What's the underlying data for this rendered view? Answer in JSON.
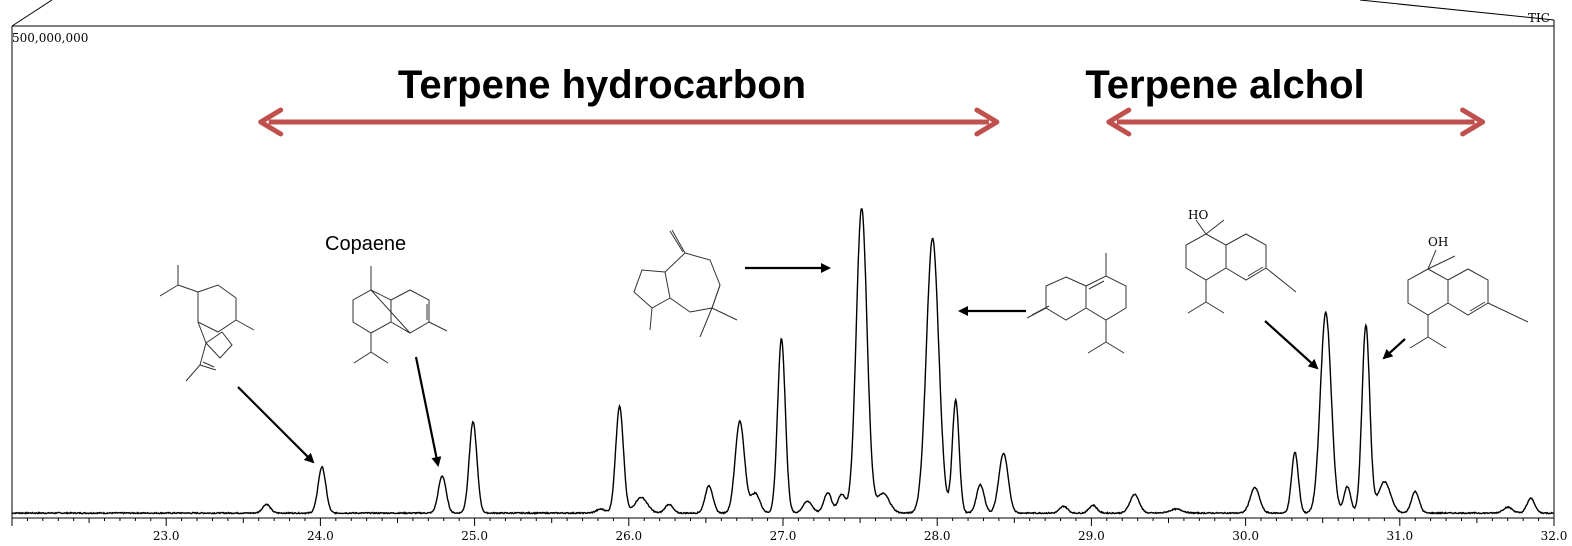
{
  "chart_data": {
    "type": "line",
    "title": "",
    "xlabel": "",
    "ylabel": "",
    "y_top_label": "500,000,000",
    "series_label": "TIC",
    "xlim": [
      22.0,
      32.0
    ],
    "ylim": [
      0,
      500000000
    ],
    "x_ticks": [
      "23.0",
      "24.0",
      "25.0",
      "26.0",
      "27.0",
      "28.0",
      "29.0",
      "30.0",
      "31.0",
      "32.0"
    ],
    "x_tick_values": [
      23.0,
      24.0,
      25.0,
      26.0,
      27.0,
      28.0,
      29.0,
      30.0,
      31.0,
      32.0
    ],
    "grid": false,
    "baseline": 2000000,
    "peaks": [
      {
        "rt": 23.65,
        "height": 9000000,
        "width": 0.025
      },
      {
        "rt": 24.01,
        "height": 47000000,
        "width": 0.025
      },
      {
        "rt": 24.79,
        "height": 38000000,
        "width": 0.025
      },
      {
        "rt": 24.99,
        "height": 93000000,
        "width": 0.025
      },
      {
        "rt": 25.82,
        "height": 4000000,
        "width": 0.03
      },
      {
        "rt": 25.94,
        "height": 109000000,
        "width": 0.025
      },
      {
        "rt": 26.08,
        "height": 16000000,
        "width": 0.04
      },
      {
        "rt": 26.26,
        "height": 9000000,
        "width": 0.025
      },
      {
        "rt": 26.52,
        "height": 28000000,
        "width": 0.025
      },
      {
        "rt": 26.72,
        "height": 94000000,
        "width": 0.03
      },
      {
        "rt": 26.82,
        "height": 20000000,
        "width": 0.03
      },
      {
        "rt": 26.99,
        "height": 178000000,
        "width": 0.025
      },
      {
        "rt": 27.16,
        "height": 12000000,
        "width": 0.03
      },
      {
        "rt": 27.29,
        "height": 21000000,
        "width": 0.025
      },
      {
        "rt": 27.38,
        "height": 19000000,
        "width": 0.025
      },
      {
        "rt": 27.51,
        "height": 312000000,
        "width": 0.035
      },
      {
        "rt": 27.65,
        "height": 20000000,
        "width": 0.04
      },
      {
        "rt": 27.97,
        "height": 281000000,
        "width": 0.04
      },
      {
        "rt": 28.12,
        "height": 115000000,
        "width": 0.022
      },
      {
        "rt": 28.28,
        "height": 29000000,
        "width": 0.025
      },
      {
        "rt": 28.43,
        "height": 61000000,
        "width": 0.03
      },
      {
        "rt": 28.82,
        "height": 7000000,
        "width": 0.025
      },
      {
        "rt": 29.01,
        "height": 8000000,
        "width": 0.025
      },
      {
        "rt": 29.28,
        "height": 19000000,
        "width": 0.03
      },
      {
        "rt": 29.55,
        "height": 4000000,
        "width": 0.04
      },
      {
        "rt": 30.06,
        "height": 26000000,
        "width": 0.03
      },
      {
        "rt": 30.32,
        "height": 62000000,
        "width": 0.022
      },
      {
        "rt": 30.52,
        "height": 205000000,
        "width": 0.035
      },
      {
        "rt": 30.66,
        "height": 27000000,
        "width": 0.022
      },
      {
        "rt": 30.78,
        "height": 192000000,
        "width": 0.025
      },
      {
        "rt": 30.9,
        "height": 32000000,
        "width": 0.04
      },
      {
        "rt": 31.1,
        "height": 22000000,
        "width": 0.025
      },
      {
        "rt": 31.7,
        "height": 6000000,
        "width": 0.03
      },
      {
        "rt": 31.85,
        "height": 15000000,
        "width": 0.025
      }
    ],
    "annotations": [
      {
        "type": "range",
        "label": "Terpene hydrocarbon",
        "x_start": 23.6,
        "x_end": 28.4,
        "color": "#c0504d"
      },
      {
        "type": "range",
        "label": "Terpene alchol",
        "x_start": 29.1,
        "x_end": 31.55,
        "color": "#c0504d"
      },
      {
        "type": "compound",
        "label": "Copaene",
        "rt": 24.79
      }
    ]
  }
}
